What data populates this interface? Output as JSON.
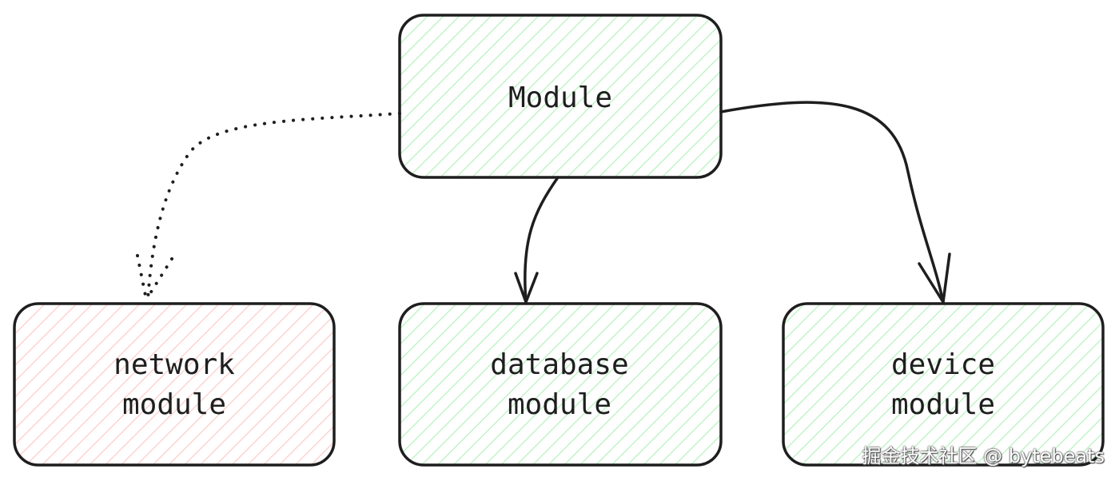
{
  "diagram": {
    "nodes": {
      "module": {
        "label": "Module",
        "fill_color": "#b2f2bb"
      },
      "network": {
        "line1": "network",
        "line2": "module",
        "fill_color": "#ffc9c9"
      },
      "database": {
        "line1": "database",
        "line2": "module",
        "fill_color": "#b2f2bb"
      },
      "device": {
        "line1": "device",
        "line2": "module",
        "fill_color": "#b2f2bb"
      }
    },
    "edges": [
      {
        "from": "module",
        "to": "network",
        "style": "dotted"
      },
      {
        "from": "module",
        "to": "database",
        "style": "solid"
      },
      {
        "from": "module",
        "to": "device",
        "style": "solid"
      }
    ],
    "stroke_color": "#1e1e1e"
  },
  "watermark": "掘金技术社区 @ bytebeats"
}
